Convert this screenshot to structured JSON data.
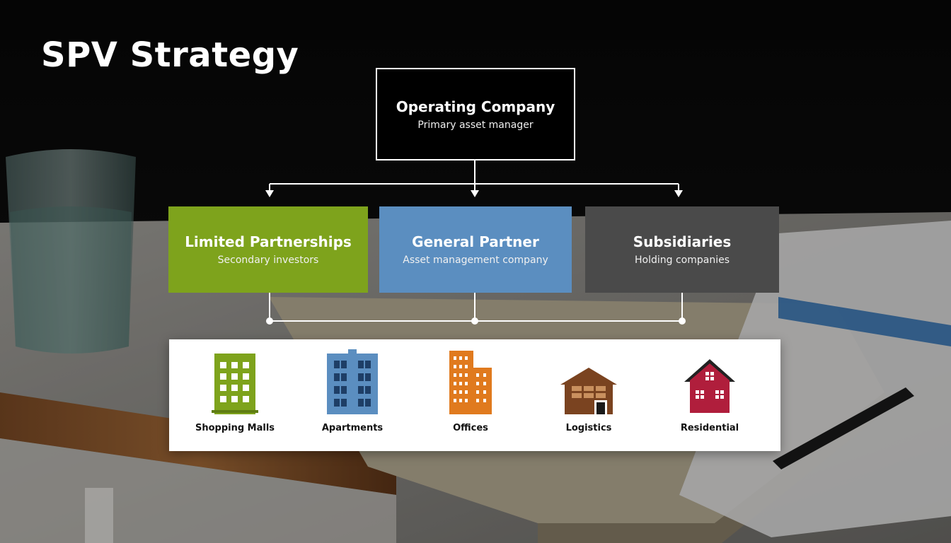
{
  "title": "SPV Strategy",
  "operating": {
    "title": "Operating Company",
    "subtitle": "Primary asset manager"
  },
  "entities": [
    {
      "title": "Limited Partnerships",
      "subtitle": "Secondary investors",
      "color": "#7ea31c"
    },
    {
      "title": "General Partner",
      "subtitle": "Asset management company",
      "color": "#5b8ec0"
    },
    {
      "title": "Subsidiaries",
      "subtitle": "Holding companies",
      "color": "#4a4a4a"
    }
  ],
  "assets": [
    {
      "label": "Shopping Malls",
      "icon": "mall-building-icon",
      "color": "#7ea31c"
    },
    {
      "label": "Apartments",
      "icon": "apartment-building-icon",
      "color": "#5b8ec0"
    },
    {
      "label": "Offices",
      "icon": "office-building-icon",
      "color": "#e07a1e"
    },
    {
      "label": "Logistics",
      "icon": "warehouse-icon",
      "color": "#7a4320"
    },
    {
      "label": "Residential",
      "icon": "house-icon",
      "color": "#b01e3c"
    }
  ]
}
